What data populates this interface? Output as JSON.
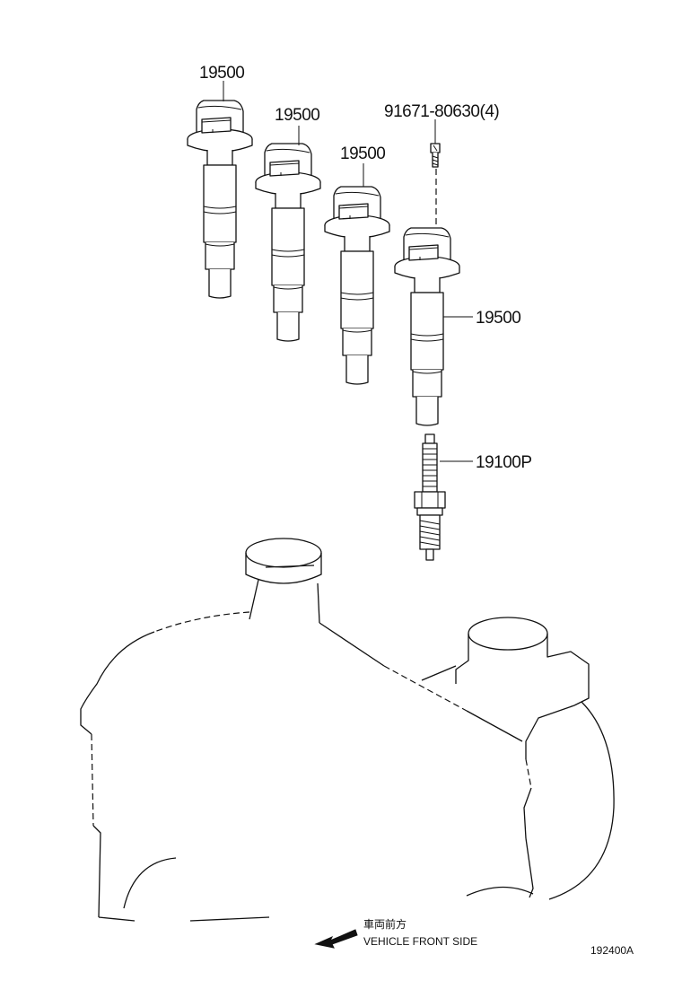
{
  "labels": {
    "coil_1": "19500",
    "coil_2": "19500",
    "coil_3": "19500",
    "coil_4": "19500",
    "bolt": "91671-80630(4)",
    "spark_plug": "19100P"
  },
  "direction": {
    "japanese": "車両前方",
    "english": "VEHICLE FRONT SIDE"
  },
  "figure_code": "192400A"
}
